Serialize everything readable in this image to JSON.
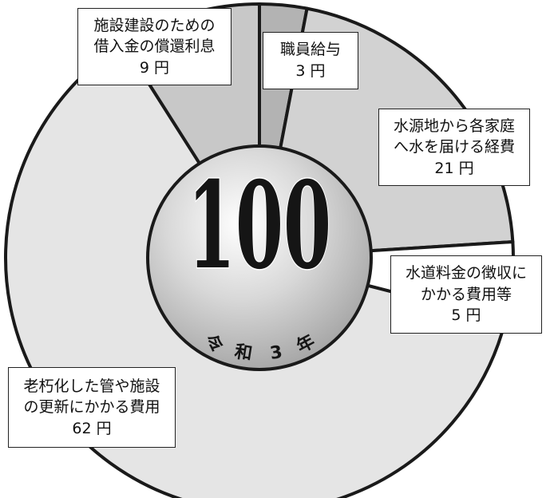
{
  "chart_data": {
    "type": "pie",
    "categories": [
      "職員給与",
      "水源地から各家庭へ水を届ける経費",
      "水道料金の徴収にかかる費用等",
      "老朽化した管や施設の更新にかかる費用",
      "施設建設のための借入金の償還利息"
    ],
    "values": [
      3,
      21,
      5,
      62,
      9
    ],
    "total": 100,
    "center_label": "100",
    "center_sublabel": [
      "令",
      "和",
      "3",
      "年"
    ],
    "slice_colors": [
      "#b3b3b3",
      "#d2d2d2",
      "#ffffff",
      "#e5e5e5",
      "#c8c8c8"
    ],
    "labels": [
      {
        "lines": [
          "職員給与"
        ],
        "amount": "3 円"
      },
      {
        "lines": [
          "水源地から各家庭",
          "へ水を届ける経費"
        ],
        "amount": "21 円"
      },
      {
        "lines": [
          "水道料金の徴収に",
          "かかる費用等"
        ],
        "amount": "5 円"
      },
      {
        "lines": [
          "老朽化した管や施設",
          "の更新にかかる費用"
        ],
        "amount": "62 円"
      },
      {
        "lines": [
          "施設建設のための",
          "借入金の償還利息"
        ],
        "amount": "9 円"
      }
    ]
  },
  "colors": {
    "stroke": "#1a1a1a",
    "coin": "#c0c0c0",
    "digits": "#151515"
  }
}
